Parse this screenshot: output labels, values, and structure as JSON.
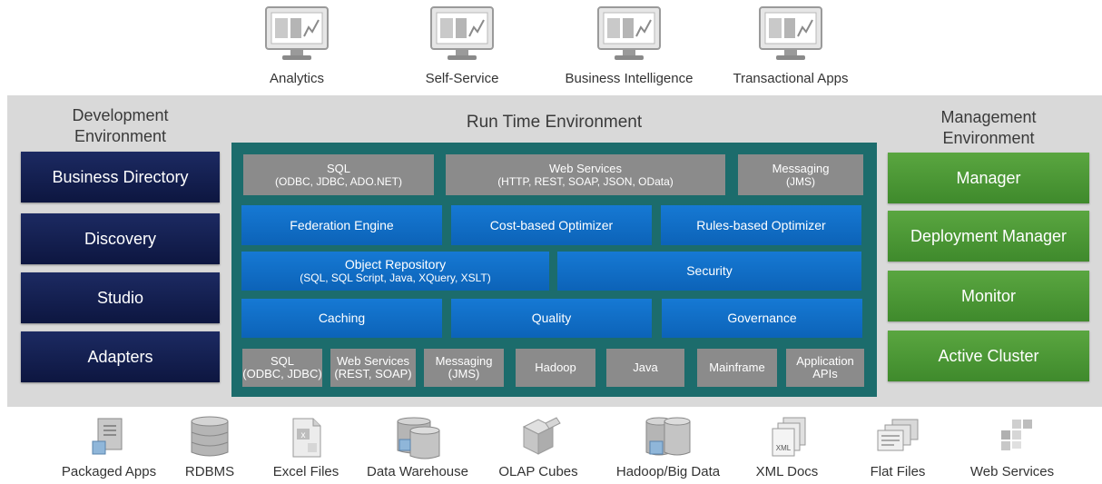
{
  "consumers": [
    {
      "label": "Analytics",
      "icon": "monitor-icon"
    },
    {
      "label": "Self-Service",
      "icon": "monitor-icon"
    },
    {
      "label": "Business Intelligence",
      "icon": "monitor-icon"
    },
    {
      "label": "Transactional Apps",
      "icon": "monitor-icon"
    }
  ],
  "development": {
    "title_line1": "Development",
    "title_line2": "Environment",
    "items": [
      "Business Directory",
      "Discovery",
      "Studio",
      "Adapters"
    ]
  },
  "runtime": {
    "title": "Run Time Environment",
    "interfaces": [
      {
        "label": "SQL",
        "sub": "(ODBC, JDBC, ADO.NET)"
      },
      {
        "label": "Web Services",
        "sub": "(HTTP, REST, SOAP, JSON, OData)"
      },
      {
        "label": "Messaging",
        "sub": "(JMS)"
      }
    ],
    "row1": [
      "Federation Engine",
      "Cost-based Optimizer",
      "Rules-based Optimizer"
    ],
    "row2": [
      {
        "label": "Object Repository",
        "sub": "(SQL, SQL Script, Java, XQuery, XSLT)"
      },
      {
        "label": "Security",
        "sub": ""
      }
    ],
    "row3": [
      "Caching",
      "Quality",
      "Governance"
    ],
    "adapters": [
      {
        "label": "SQL",
        "sub": "(ODBC, JDBC)"
      },
      {
        "label": "Web Services",
        "sub": "(REST, SOAP)"
      },
      {
        "label": "Messaging",
        "sub": "(JMS)"
      },
      {
        "label": "Hadoop",
        "sub": ""
      },
      {
        "label": "Java",
        "sub": ""
      },
      {
        "label": "Mainframe",
        "sub": ""
      },
      {
        "label": "Application",
        "sub": "APIs"
      }
    ]
  },
  "management": {
    "title_line1": "Management",
    "title_line2": "Environment",
    "items": [
      "Manager",
      "Deployment Manager",
      "Monitor",
      "Active Cluster"
    ]
  },
  "sources": [
    {
      "label": "Packaged Apps",
      "icon": "packaged-apps-icon"
    },
    {
      "label": "RDBMS",
      "icon": "database-icon"
    },
    {
      "label": "Excel Files",
      "icon": "excel-file-icon"
    },
    {
      "label": "Data Warehouse",
      "icon": "data-warehouse-icon"
    },
    {
      "label": "OLAP Cubes",
      "icon": "olap-cube-icon"
    },
    {
      "label": "Hadoop/Big Data",
      "icon": "hadoop-icon"
    },
    {
      "label": "XML Docs",
      "icon": "xml-docs-icon",
      "icon_text": "XML"
    },
    {
      "label": "Flat Files",
      "icon": "flat-files-icon"
    },
    {
      "label": "Web Services",
      "icon": "web-services-icon"
    }
  ],
  "colors": {
    "band": "#d9d9d9",
    "runtime": "#1c6c6c",
    "dev": "#0d1640",
    "mgmt": "#4a9a36",
    "blue": "#1070c8",
    "gray": "#8b8b8b"
  }
}
